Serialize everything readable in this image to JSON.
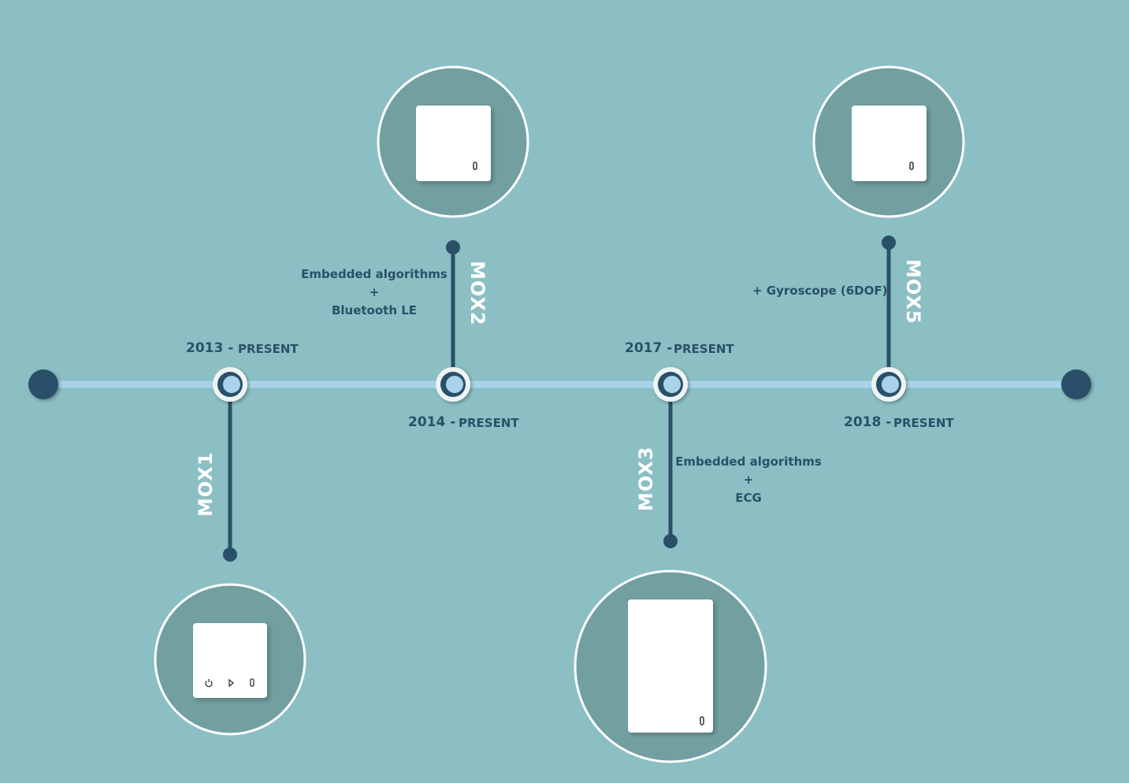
{
  "colors": {
    "background": "#8bbfc3",
    "timeline": "#a9d3ea",
    "dark": "#2a5068",
    "circle_fill": "#72a0a1",
    "device": "#ffffff"
  },
  "timeline": {
    "milestones": [
      {
        "model": "MOX1",
        "year": "2013 -",
        "status": "PRESENT",
        "features": []
      },
      {
        "model": "MOX2",
        "year": "2014 -",
        "status": "PRESENT",
        "features": [
          "Embedded algorithms",
          "+",
          "Bluetooth LE"
        ]
      },
      {
        "model": "MOX3",
        "year": "2017 -",
        "status": "PRESENT",
        "features": [
          "Embedded algorithms",
          "+",
          "ECG"
        ]
      },
      {
        "model": "MOX5",
        "year": "2018 -",
        "status": "PRESENT",
        "features": [
          "+ Gyroscope (6DOF)"
        ]
      }
    ]
  },
  "icons": {
    "device_mox1": "device-with-power-play-slot-buttons",
    "device_mox2": "square-device-icon",
    "device_mox3": "tall-device-icon",
    "device_mox5": "square-device-icon",
    "milestone_marker": "ring-node-icon",
    "endpoint": "dot-endpoint-icon"
  }
}
